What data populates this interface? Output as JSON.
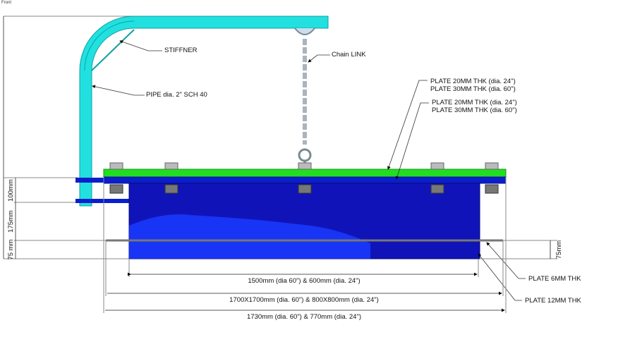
{
  "view_label": "Front",
  "callouts": {
    "stiffner": "STIFFNER",
    "chain": "Chain LINK",
    "pipe": "PIPE dia. 2\" SCH 40",
    "top_plate_line1": "PLATE 20MM THK (dia. 24\")",
    "top_plate_line2": "PLATE 30MM THK (dia. 60\")",
    "second_plate_line1": "PLATE 20MM THK (dia. 24\")",
    "second_plate_line2": "PLATE 30MM THK (dia. 60\")",
    "plate_6mm": "PLATE 6MM THK",
    "plate_12mm": "PLATE 12MM THK"
  },
  "dimensions": {
    "d100": "100mm",
    "d175": "175mm",
    "d75_left": "75 mm",
    "d75_right": "75mm",
    "width_1": "1500mm (dia 60\") & 600mm (dia. 24\")",
    "width_2": "1700X1700mm (dia. 60\") & 800X800mm (dia. 24\")",
    "width_3": "1730mm (dia. 60\") & 770mm (dia. 24\")"
  },
  "colors": {
    "pipe": "#22e0e0",
    "plate_green": "#22dd22",
    "plate_blue": "#0a1ecc",
    "box_blue": "#1014b8"
  }
}
